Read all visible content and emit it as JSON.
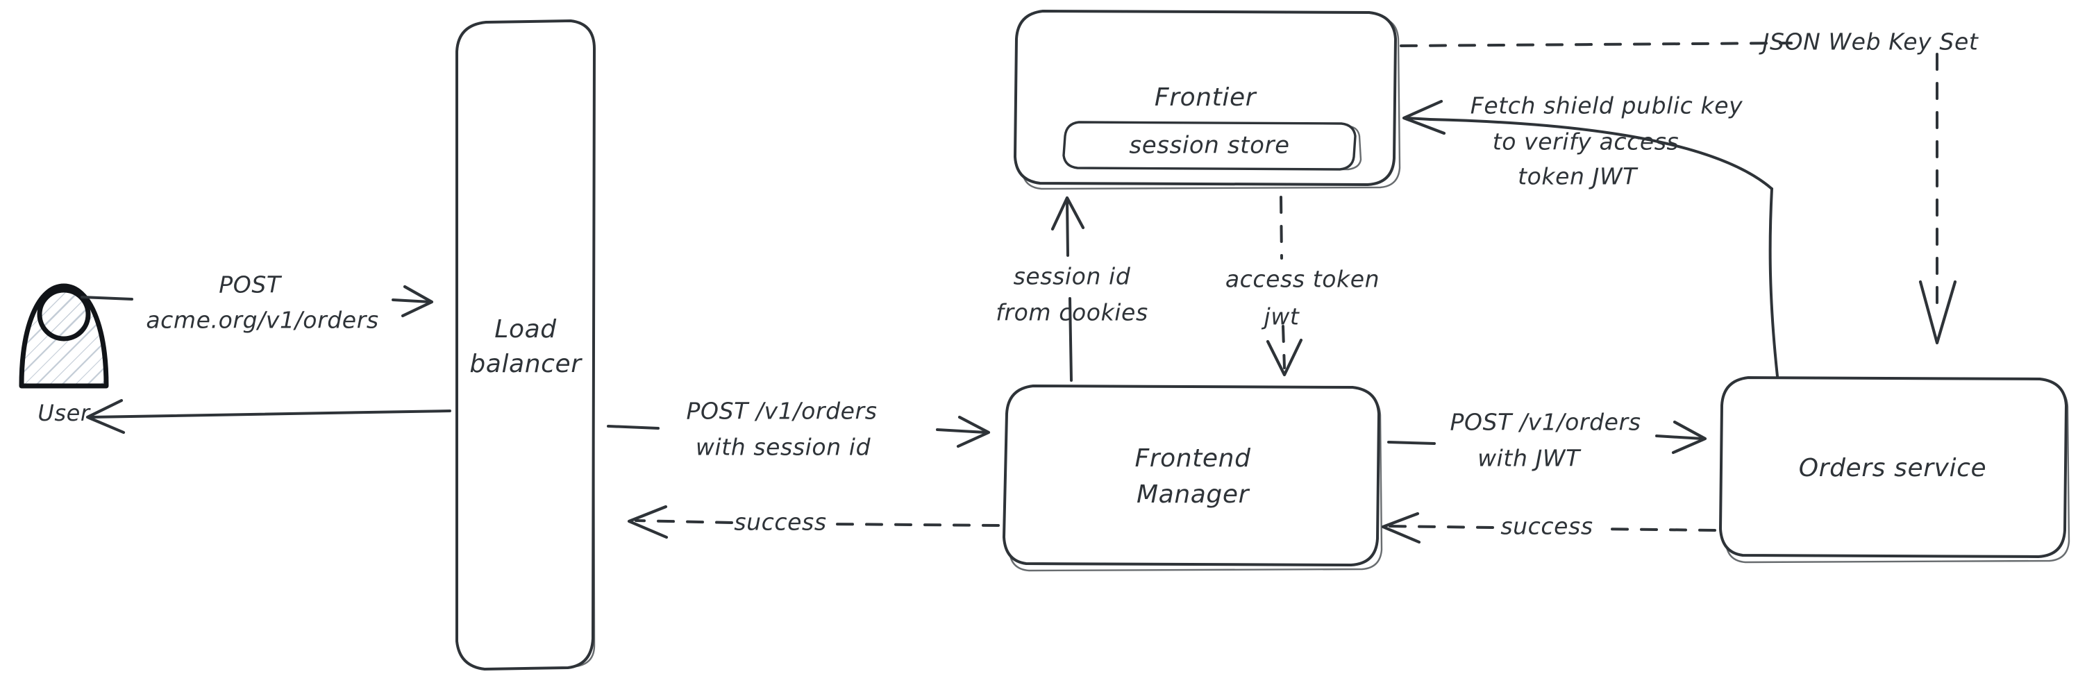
{
  "diagram": {
    "title": "Order request authentication flow",
    "background_color": "#ffffff",
    "ink_color": "#2e3338",
    "hatch_color": "#c3ccd6",
    "style": "hand-drawn"
  },
  "nodes": {
    "user": {
      "label": "User",
      "icon": "user-avatar-icon"
    },
    "load_balancer": {
      "label_line1": "Load",
      "label_line2": "balancer"
    },
    "frontier": {
      "label": "Frontier",
      "inner": {
        "label": "session store"
      }
    },
    "frontend_manager": {
      "label_line1": "Frontend",
      "label_line2": "Manager"
    },
    "orders_service": {
      "label": "Orders service"
    }
  },
  "edges": {
    "user_to_lb": {
      "label_line1": "POST",
      "label_line2": "acme.org/v1/orders",
      "style": "solid",
      "direction": "right"
    },
    "lb_to_user": {
      "label": "",
      "style": "solid",
      "direction": "left"
    },
    "lb_to_fm": {
      "label_line1": "POST /v1/orders",
      "label_line2": "with session id",
      "style": "solid",
      "direction": "right"
    },
    "fm_to_lb": {
      "label": "success",
      "style": "dashed",
      "direction": "left"
    },
    "fm_to_orders": {
      "label_line1": "POST /v1/orders",
      "label_line2": "with JWT",
      "style": "solid",
      "direction": "right"
    },
    "orders_to_fm": {
      "label": "success",
      "style": "dashed",
      "direction": "left"
    },
    "fm_to_frontier": {
      "label_line1": "session id",
      "label_line2": "from cookies",
      "style": "solid",
      "direction": "up"
    },
    "frontier_to_fm": {
      "label_line1": "access token",
      "label_line2": "jwt",
      "style": "dashed",
      "direction": "down"
    },
    "orders_to_frontier": {
      "label_line1": "Fetch shield public key",
      "label_line2": "to verify access",
      "label_line3": "token JWT",
      "style": "solid",
      "direction": "left"
    },
    "frontier_to_orders_jwks": {
      "label": "JSON Web Key Set",
      "style": "dashed",
      "direction": "down"
    }
  }
}
